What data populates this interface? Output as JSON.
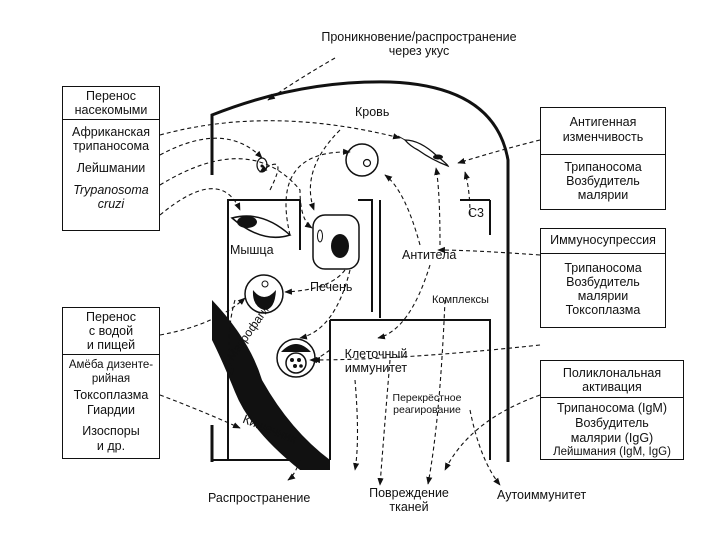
{
  "top": {
    "line1": "Проникновение/распространение",
    "line2": "через укус"
  },
  "regions": {
    "blood": "Кровь",
    "mouse": "Мышца",
    "liver": "Печень",
    "antibodies": "Антитела",
    "complexes": "Комплексы",
    "macrophages": "Макрофаги",
    "cell_immunity_1": "Клеточный",
    "cell_immunity_2": "иммунитет",
    "cross_1": "Перекрёстное",
    "cross_2": "реагирование",
    "intestine": "Кишечник",
    "c3": "С3"
  },
  "bottom": {
    "spread": "Распространение",
    "damage_1": "Повреждение",
    "damage_2": "тканей",
    "autoimmunity": "Аутоиммунитет"
  },
  "box_insects": {
    "header_1": "Перенос",
    "header_2": "насекомыми",
    "items": [
      "Африканская",
      "трипаносома",
      "Лейшмании",
      "Trypanosoma",
      "cruzi"
    ]
  },
  "box_water": {
    "header_1": "Перенос",
    "header_2": "с водой",
    "header_3": "и пищей",
    "items": [
      "Амёба дизенте-",
      "рийная",
      "Токсоплазма",
      "Гиардии",
      "Изоспоры",
      "и др."
    ]
  },
  "box_antigen": {
    "header_1": "Антигенная",
    "header_2": "изменчивость",
    "items": [
      "Трипаносома",
      "Возбудитель",
      "малярии"
    ]
  },
  "box_immuno": {
    "header": "Иммуносупрессия",
    "items": [
      "Трипаносома",
      "Возбудитель",
      "малярии",
      "Токсоплазма"
    ]
  },
  "box_polyclonal": {
    "header_1": "Поликлональная",
    "header_2": "активация",
    "items": [
      "Трипаносома (IgM)",
      "Возбудитель",
      "малярии (IgG)",
      "Лейшмания (IgM, IgG)"
    ]
  }
}
